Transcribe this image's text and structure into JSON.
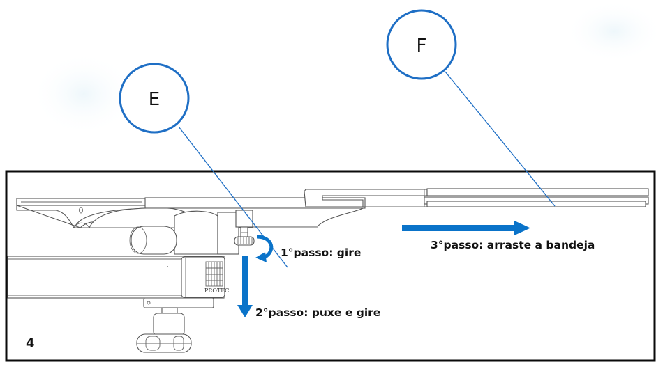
{
  "figure": {
    "panel_number": "4",
    "callouts": [
      {
        "letter": "E",
        "target": "locking knob"
      },
      {
        "letter": "F",
        "target": "sliding tray"
      }
    ],
    "steps": [
      {
        "label": "1°passo: gire",
        "arrow": "curved-rotate"
      },
      {
        "label": "2°passo: puxe e gire",
        "arrow": "down"
      },
      {
        "label": "3°passo: arraste a bandeja",
        "arrow": "right"
      }
    ],
    "device_brand": "PROTEC"
  },
  "colors": {
    "callout_blue": "#1f6fc5",
    "arrow_blue": "#0a73c9",
    "frame": "#0a0a0a",
    "line_art": "#555555"
  }
}
